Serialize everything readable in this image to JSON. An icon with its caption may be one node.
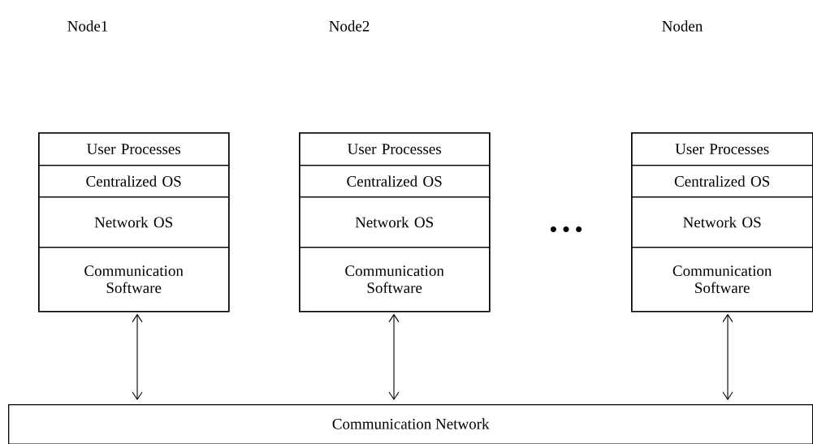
{
  "diagram": {
    "nodes": [
      {
        "text": [],
        "shape": "box"
      },
      {
        "text": [
          "User Processes"
        ],
        "in": 0
      },
      {
        "text": [
          "Centralized OS"
        ],
        "in": 0
      },
      {
        "text": [
          "Network OS"
        ],
        "in": 0
      },
      {
        "text": [
          "Communication Software"
        ],
        "in": 0
      },
      {
        "text": [],
        "shape": "box"
      },
      {
        "text": [
          "User Processes"
        ],
        "in": 5
      },
      {
        "text": [
          "Centralized OS"
        ],
        "in": 5
      },
      {
        "text": [
          "Network OS"
        ],
        "in": 5
      },
      {
        "text": [
          "Communication Software"
        ],
        "in": 5
      },
      {
        "text": [],
        "shape": "box"
      },
      {
        "text": [
          "User Processes"
        ],
        "in": 10
      },
      {
        "text": [
          "Centralized OS"
        ],
        "in": 10
      },
      {
        "text": [
          "Network OS"
        ],
        "in": 10
      },
      {
        "text": [
          "Communication Software"
        ],
        "in": 10
      },
      {
        "text": [
          "Communication Network"
        ]
      }
    ],
    "edges": [
      {
        "from": 0,
        "to": 15,
        "arrow": "both"
      },
      {
        "from": 5,
        "to": 15,
        "arrow": "both"
      },
      {
        "from": 10,
        "to": 15,
        "arrow": "both"
      }
    ],
    "labels": [
      "Node1",
      "Node2",
      "Noden",
      "• • •"
    ]
  }
}
